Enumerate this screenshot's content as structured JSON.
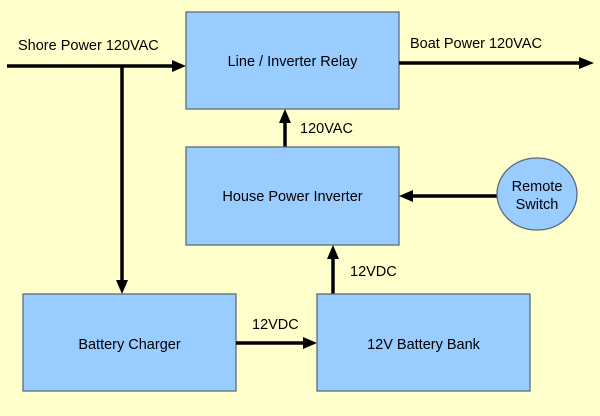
{
  "diagram": {
    "background": "#ffffcc",
    "box_fill": "#99ccff",
    "nodes": {
      "relay": {
        "label": "Line / Inverter Relay"
      },
      "inverter": {
        "label": "House Power Inverter"
      },
      "charger": {
        "label": "Battery Charger"
      },
      "battery": {
        "label": "12V Battery Bank"
      },
      "remote": {
        "line1": "Remote",
        "line2": "Switch"
      }
    },
    "edges": {
      "shore": {
        "label": "Shore Power 120VAC",
        "from": "Shore",
        "to": "relay"
      },
      "shore_to_charger": {
        "from": "Shore",
        "to": "charger"
      },
      "boat": {
        "label": "Boat Power 120VAC",
        "from": "relay",
        "to": "Boat"
      },
      "inverter_to_relay": {
        "label": "120VAC",
        "from": "inverter",
        "to": "relay"
      },
      "remote_to_inverter": {
        "from": "remote",
        "to": "inverter"
      },
      "battery_to_inverter": {
        "label": "12VDC",
        "from": "battery",
        "to": "inverter"
      },
      "charger_to_battery": {
        "label": "12VDC",
        "from": "charger",
        "to": "battery"
      }
    }
  }
}
